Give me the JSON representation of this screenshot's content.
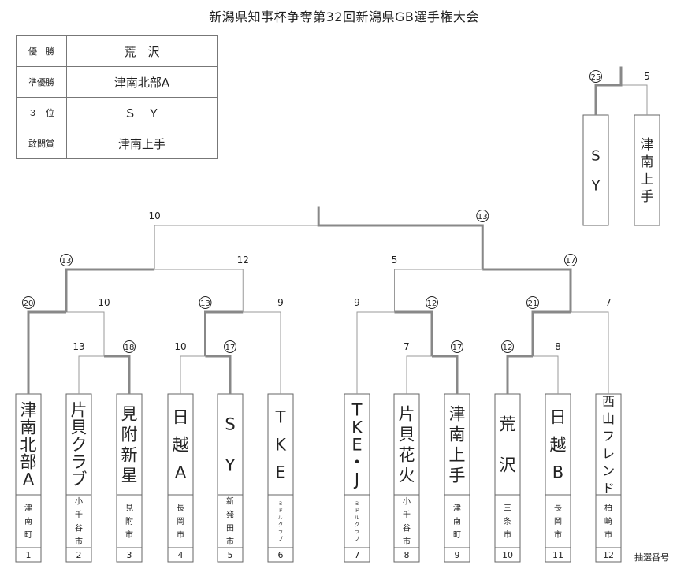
{
  "title": "新潟県知事杯争奪第32回新潟県GB選手権大会",
  "results": [
    {
      "label": "優　勝",
      "value": "荒　沢"
    },
    {
      "label": "準優勝",
      "value": "津南北部A"
    },
    {
      "label": "３　位",
      "value": "Ｓ　Ｙ"
    },
    {
      "label": "敢闘賞",
      "value": "津南上手"
    }
  ],
  "teams": [
    {
      "name": "津南北部A",
      "town": "津南町",
      "draw": "1"
    },
    {
      "name": "片貝クラブ",
      "town": "小千谷市",
      "draw": "2"
    },
    {
      "name": "見附新星",
      "town": "見附市",
      "draw": "3"
    },
    {
      "name": "日越A",
      "town": "長岡市",
      "draw": "4"
    },
    {
      "name": "SY",
      "town": "新発田市",
      "draw": "5"
    },
    {
      "name": "TKE",
      "town": "ミドルクラブ",
      "draw": "6"
    },
    {
      "name": "TKE・J",
      "town": "ミドルクラブ",
      "draw": "7"
    },
    {
      "name": "片貝花火",
      "town": "小千谷市",
      "draw": "8"
    },
    {
      "name": "津南上手",
      "town": "津南町",
      "draw": "9"
    },
    {
      "name": "荒沢",
      "town": "三条市",
      "draw": "10"
    },
    {
      "name": "日越B",
      "town": "長岡市",
      "draw": "11"
    },
    {
      "name": "西山フレンド",
      "town": "柏崎市",
      "draw": "12"
    }
  ],
  "third_place": [
    {
      "name": "SY",
      "score": "25",
      "won": true
    },
    {
      "name": "津南上手",
      "score": "5",
      "won": false
    }
  ],
  "scores": {
    "r1_2v3": [
      "13",
      "18"
    ],
    "r1_4v5": [
      "10",
      "17"
    ],
    "r1_8v9": [
      "7",
      "17"
    ],
    "r1_10v11": [
      "12",
      "8"
    ],
    "r2_1": [
      "20",
      "10"
    ],
    "r2_2": [
      "13",
      "9"
    ],
    "r2_3": [
      "9",
      "12"
    ],
    "r2_4": [
      "21",
      "7"
    ],
    "sf_1": [
      "13",
      "12"
    ],
    "sf_2": [
      "5",
      "17"
    ],
    "final": [
      "10",
      "13"
    ]
  },
  "draw_number_label": "抽選番号"
}
